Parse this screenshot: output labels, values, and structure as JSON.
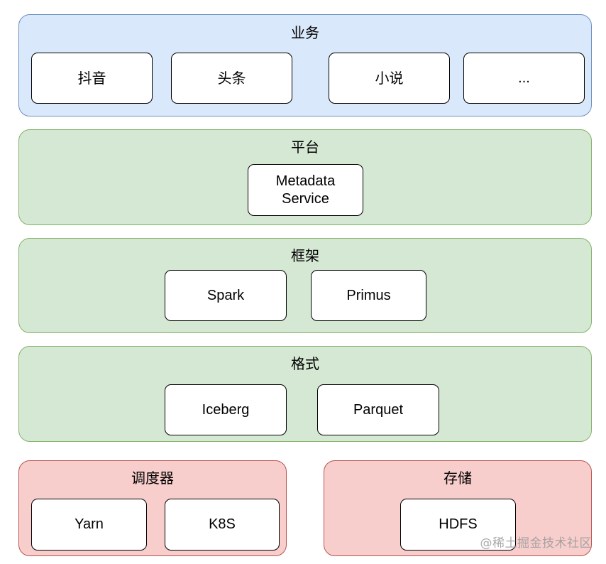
{
  "business": {
    "title": "业务",
    "items": [
      "抖音",
      "头条",
      "小说",
      "..."
    ]
  },
  "platform": {
    "title": "平台",
    "items": [
      "Metadata\nService"
    ]
  },
  "framework": {
    "title": "框架",
    "items": [
      "Spark",
      "Primus"
    ]
  },
  "format": {
    "title": "格式",
    "items": [
      "Iceberg",
      "Parquet"
    ]
  },
  "scheduler": {
    "title": "调度器",
    "items": [
      "Yarn",
      "K8S"
    ]
  },
  "storage": {
    "title": "存储",
    "items": [
      "HDFS"
    ]
  },
  "watermark": "@稀土掘金技术社区",
  "colors": {
    "business_fill": "#dae8fc",
    "business_stroke": "#6c8ebf",
    "platform_fill": "#d5e8d4",
    "platform_stroke": "#82b366",
    "infra_fill": "#f8cecc",
    "infra_stroke": "#b85450"
  }
}
